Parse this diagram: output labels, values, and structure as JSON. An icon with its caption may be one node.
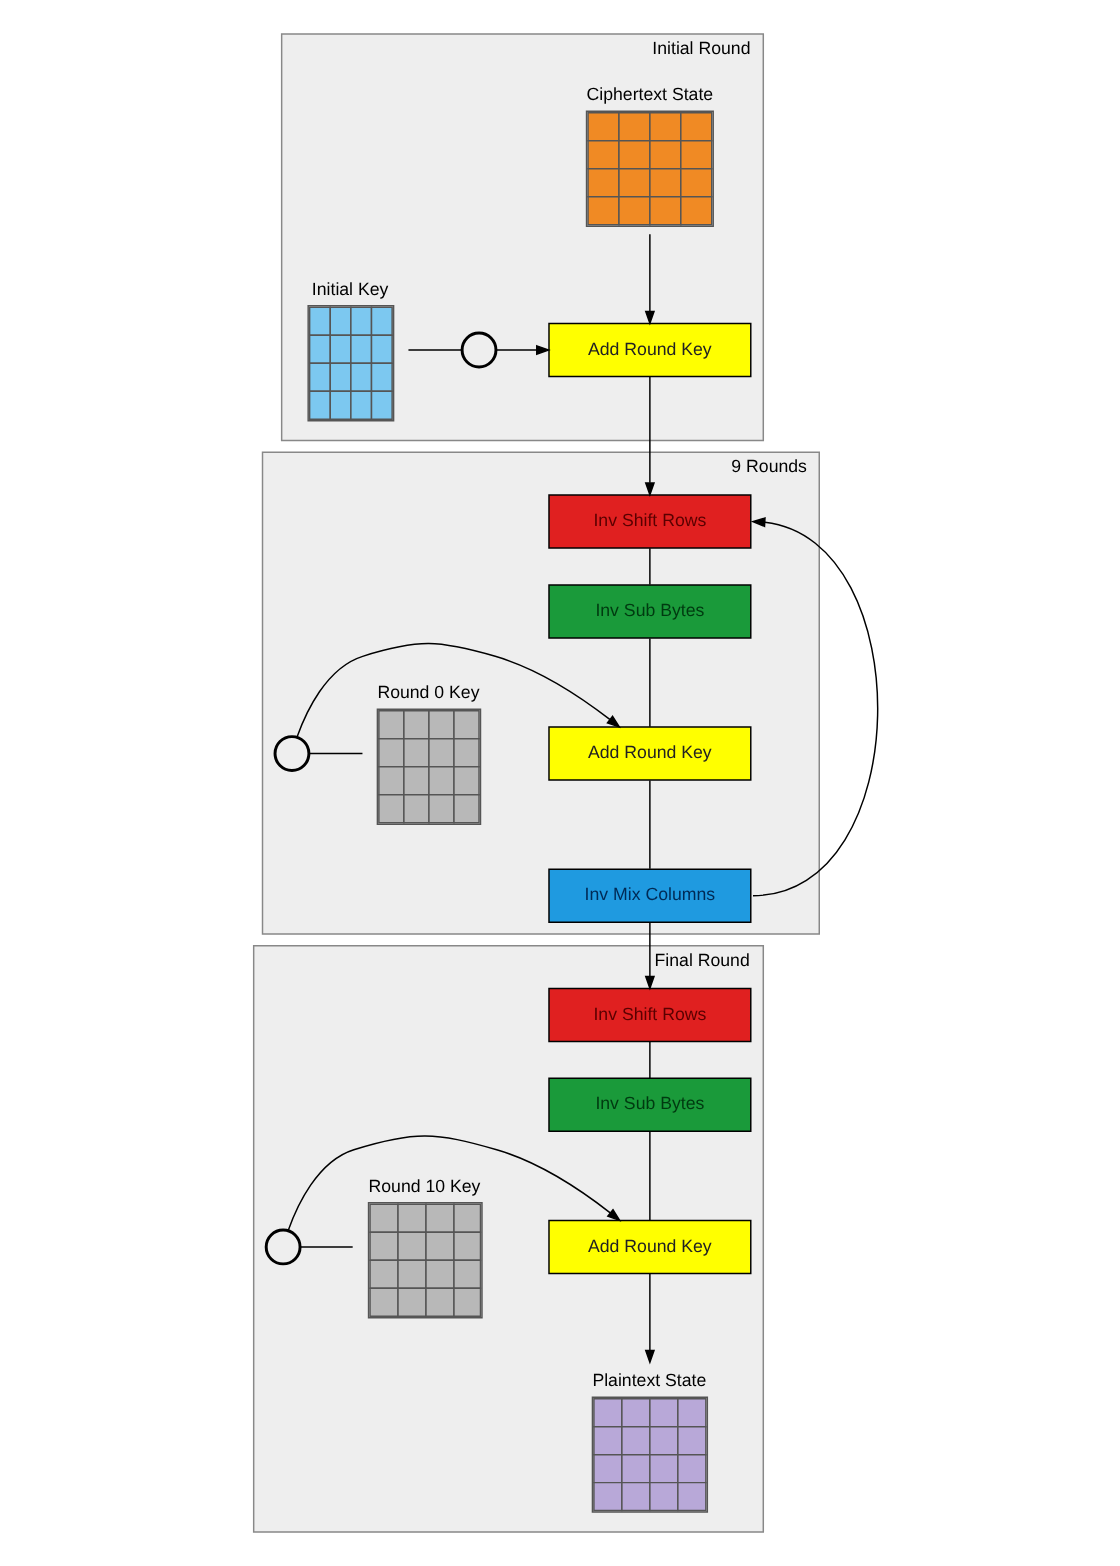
{
  "diagram": {
    "nodes": [
      {
        "text": [
          "Initial Round"
        ]
      },
      {
        "text": [
          "Ciphertext State"
        ],
        "in": 0
      },
      {
        "text": [
          "Add Round Key"
        ],
        "in": 0
      },
      {
        "text": [],
        "shape": "circle",
        "in": 0
      },
      {
        "text": [
          "Initial Key"
        ],
        "in": 0
      },
      {
        "text": [
          "9 Rounds"
        ]
      },
      {
        "text": [
          "Inv Shift Rows"
        ],
        "in": 5
      },
      {
        "text": [
          "Inv Sub Bytes"
        ],
        "in": 5
      },
      {
        "text": [
          "Round 0 Key"
        ],
        "in": 5
      },
      {
        "text": [
          "Add Round Key"
        ],
        "in": 5
      },
      {
        "text": [],
        "shape": "circle",
        "in": 5
      },
      {
        "text": [
          "Inv Mix Columns"
        ],
        "in": 5
      },
      {
        "text": [
          "Final Round"
        ]
      },
      {
        "text": [
          "Inv Shift Rows"
        ],
        "in": 12
      },
      {
        "text": [
          "Inv Sub Bytes"
        ],
        "in": 12
      },
      {
        "text": [
          "Round 10 Key"
        ],
        "in": 12
      },
      {
        "text": [
          "Add Round Key"
        ],
        "in": 12
      },
      {
        "text": [],
        "shape": "circle",
        "in": 12
      },
      {
        "text": [
          "Plaintext State"
        ],
        "in": 12
      }
    ],
    "edges": [
      {
        "from": 1,
        "to": 2,
        "arrow": "to"
      },
      {
        "from": 4,
        "to": 3,
        "arrow": "none"
      },
      {
        "from": 3,
        "to": 2,
        "arrow": "to"
      },
      {
        "from": 2,
        "to": 6,
        "arrow": "to"
      },
      {
        "from": 6,
        "to": 7,
        "arrow": "none"
      },
      {
        "from": 7,
        "to": 9,
        "arrow": "none"
      },
      {
        "from": 8,
        "to": 10,
        "arrow": "none"
      },
      {
        "from": 10,
        "to": 9,
        "arrow": "to"
      },
      {
        "from": 9,
        "to": 11,
        "arrow": "none"
      },
      {
        "from": 11,
        "to": 6,
        "arrow": "to"
      },
      {
        "from": 11,
        "to": 13,
        "arrow": "to"
      },
      {
        "from": 13,
        "to": 14,
        "arrow": "none"
      },
      {
        "from": 14,
        "to": 16,
        "arrow": "none"
      },
      {
        "from": 15,
        "to": 17,
        "arrow": "none"
      },
      {
        "from": 17,
        "to": 16,
        "arrow": "to"
      },
      {
        "from": 16,
        "to": 18,
        "arrow": "to"
      }
    ]
  }
}
